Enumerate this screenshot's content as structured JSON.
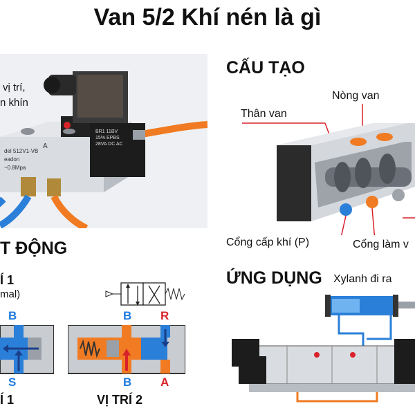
{
  "title": "Van 5/2 Khí nén là gì",
  "photo": {
    "caption_line1": "vị trí,",
    "caption_line2": "n khín",
    "body_text1": "del 512V1-VB",
    "body_text2": "eadon",
    "body_text3": "~0.8Mpa",
    "port_label_a": "A",
    "coil_text": "BR1 11BV 15% EPBS 28VA DC AC"
  },
  "structure": {
    "heading": "CẤU TẠO",
    "label_body": "Thân van",
    "label_spool": "Nòng van",
    "label_supply": "Cổng cấp khí (P)",
    "label_work": "Cổng làm v"
  },
  "operation": {
    "heading": "T ĐỘNG",
    "pos1_title": "Í 1",
    "pos1_sub": "mal)",
    "pos1_top_port": "B",
    "pos1_bottom_port": "S",
    "pos1_bottom_label": "Í 1",
    "pos2_top_left": "B",
    "pos2_top_right": "R",
    "pos2_bottom_left": "B",
    "pos2_bottom_right": "A",
    "pos2_label": "VỊ TRÍ 2"
  },
  "application": {
    "heading": "ỨNG DỤNG",
    "label_cylinder": "Xylanh đi ra"
  },
  "colors": {
    "orange": "#f07b22",
    "blue": "#2a7fd8",
    "red": "#d8222a",
    "gray": "#c9ccd1"
  }
}
